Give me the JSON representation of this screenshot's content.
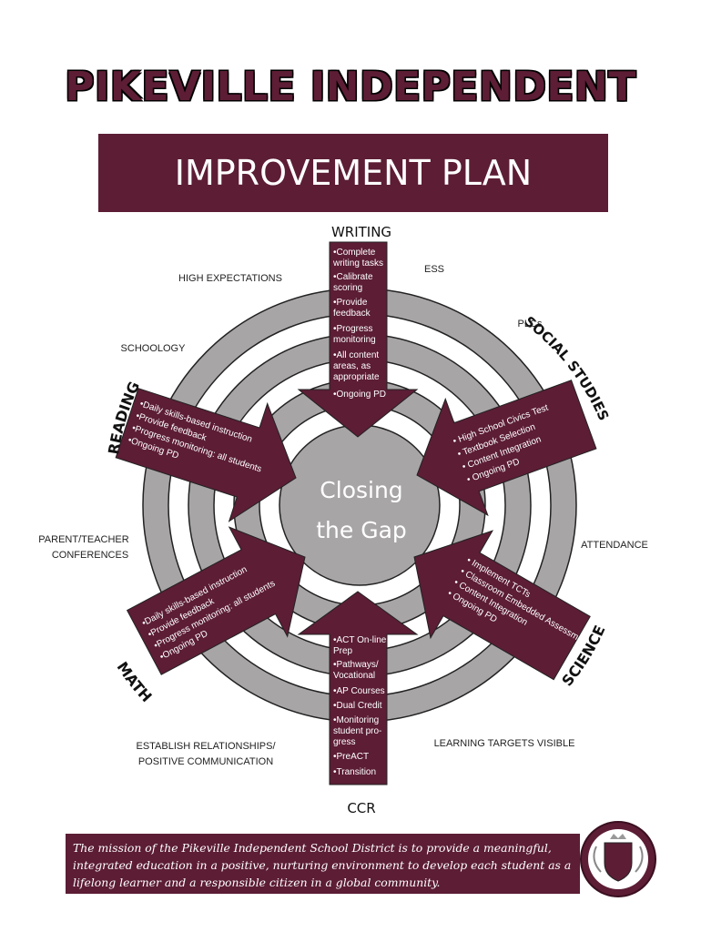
{
  "header": {
    "title": "PIKEVILLE INDEPENDENT",
    "subtitle": "IMPROVEMENT PLAN"
  },
  "center": {
    "line1": "Closing",
    "line2": "the Gap"
  },
  "colors": {
    "maroon": "#5c1d35",
    "gray": "#a8a5a7",
    "light_gray": "#c9c6c8"
  },
  "subjects": {
    "writing": {
      "label": "WRITING",
      "items": [
        "•Complete",
        "writing tasks",
        "•Calibrate",
        "scoring",
        "•Provide",
        "feedback",
        "•Progress",
        "monitoring",
        "•All content",
        "areas, as",
        "appropriate",
        "•Ongoing PD"
      ]
    },
    "reading": {
      "label": "READING",
      "items": [
        "•Daily skills-based  instruction",
        "•Provide feedback",
        "•Progress monitoring: all students",
        "•Ongoing PD"
      ]
    },
    "social": {
      "label": "SOCIAL STUDIES",
      "items": [
        "• High School Civics Test",
        "• Textbook Selection",
        "• Content Integration",
        "• Ongoing PD"
      ]
    },
    "math": {
      "label": "MATH",
      "items": [
        "•Daily skills-based  instruction",
        "•Provide feedback",
        "•Progress monitoring: all students",
        "•Ongoing PD"
      ]
    },
    "science": {
      "label": "SCIENCE",
      "items": [
        "• Implement TCTs",
        "• Classroom Embedded Assessments",
        "• Content Integration",
        "• Ongoing PD"
      ]
    },
    "ccr": {
      "label": "CCR",
      "items": [
        "•ACT On-line",
        "Prep",
        "•Pathways/",
        "Vocational",
        "•AP Courses",
        "•Dual Credit",
        "•Monitoring",
        "student pro-",
        "gress",
        "•PreACT",
        "•Transition"
      ]
    }
  },
  "labels": {
    "high_expectations": "HIGH EXPECTATIONS",
    "ess": "ESS",
    "plcs": "PLCs",
    "schoology": "SCHOOLOGY",
    "parent_teacher_1": "PARENT/TEACHER",
    "parent_teacher_2": "CONFERENCES",
    "attendance": "ATTENDANCE",
    "relationships_1": "ESTABLISH RELATIONSHIPS/",
    "relationships_2": "POSITIVE COMMUNICATION",
    "learning_targets": "LEARNING TARGETS VISIBLE"
  },
  "mission": "The mission of the Pikeville Independent School District is to provide a meaningful, integrated education in a positive, nurturing environment to develop each student as a lifelong learner and a responsible citizen in a global community."
}
